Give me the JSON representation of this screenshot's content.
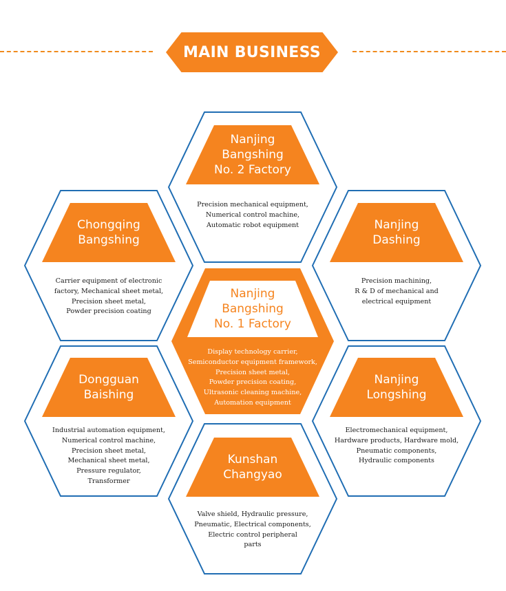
{
  "header": {
    "title": "MAIN BUSINESS"
  },
  "colors": {
    "accent": "#f5841f",
    "hexagon_border": "#1f6db3",
    "text": "#1a1a1a"
  },
  "factories": [
    {
      "id": "nanjing-bangshing-2",
      "title_lines": [
        "Nanjing",
        "Bangshing",
        "No. 2 Factory"
      ],
      "desc_lines": [
        "Precision mechanical equipment,",
        "Numerical control machine,",
        "Automatic robot equipment"
      ]
    },
    {
      "id": "chongqing-bangshing",
      "title_lines": [
        "Chongqing",
        "Bangshing"
      ],
      "desc_lines": [
        "Carrier equipment of electronic",
        "factory, Mechanical sheet metal,",
        "Precision sheet metal,",
        "Powder precision coating"
      ]
    },
    {
      "id": "nanjing-dashing",
      "title_lines": [
        "Nanjing",
        "Dashing"
      ],
      "desc_lines": [
        "Precision machining,",
        "R & D of mechanical and",
        "electrical equipment"
      ]
    },
    {
      "id": "nanjing-bangshing-1",
      "title_lines": [
        "Nanjing",
        "Bangshing",
        "No. 1 Factory"
      ],
      "desc_lines": [
        "Display technology carrier,",
        "Semiconductor equipment framework,",
        "Precision sheet metal,",
        "Powder precision coating,",
        "Ultrasonic cleaning machine,",
        "Automation equipment"
      ]
    },
    {
      "id": "dongguan-baishing",
      "title_lines": [
        "Dongguan",
        "Baishing"
      ],
      "desc_lines": [
        "Industrial automation equipment,",
        "Numerical control machine,",
        "Precision sheet metal,",
        "Mechanical sheet metal,",
        "Pressure regulator,",
        "Transformer"
      ]
    },
    {
      "id": "nanjing-longshing",
      "title_lines": [
        "Nanjing",
        "Longshing"
      ],
      "desc_lines": [
        "Electromechanical equipment,",
        "Hardware products, Hardware mold,",
        "Pneumatic components,",
        "Hydraulic components"
      ]
    },
    {
      "id": "kunshan-changyao",
      "title_lines": [
        "Kunshan",
        "Changyao"
      ],
      "desc_lines": [
        "Valve shield, Hydraulic pressure,",
        "Pneumatic, Electrical components,",
        "Electric control peripheral",
        "parts"
      ]
    }
  ]
}
